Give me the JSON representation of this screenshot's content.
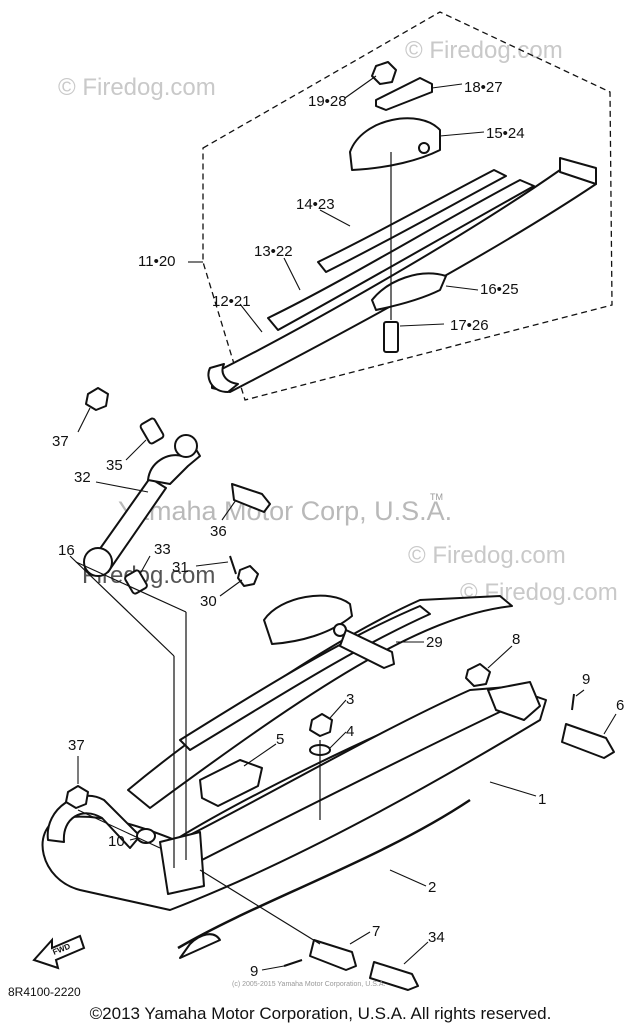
{
  "diagram": {
    "watermarks": {
      "brand_1": "© Firedog.com",
      "brand_2": "© Firedog.com",
      "brand_3": "© Firedog.com",
      "brand_4": "© Firedog.com",
      "brand_5": "Firedog.com",
      "motor_corp": "Yamaha Motor Corp, U.S.A.",
      "tm": "TM",
      "small_copy": "(c) 2005-2015 Yamaha Motor Corporation, U.S.A."
    },
    "diagram_code": "8R4100-2220",
    "front_arrow": "FWD",
    "labels": {
      "l_19_28": "19•28",
      "l_18_27": "18•27",
      "l_15_24": "15•24",
      "l_14_23": "14•23",
      "l_13_22": "13•22",
      "l_11_20": "11•20",
      "l_12_21": "12•21",
      "l_16_25": "16•25",
      "l_17_26": "17•26",
      "l_37a": "37",
      "l_35": "35",
      "l_32": "32",
      "l_36": "36",
      "l_16": "16",
      "l_33": "33",
      "l_31": "31",
      "l_30": "30",
      "l_29": "29",
      "l_8": "8",
      "l_9a": "9",
      "l_6": "6",
      "l_3": "3",
      "l_4": "4",
      "l_5": "5",
      "l_37b": "37",
      "l_1": "1",
      "l_10": "10",
      "l_2": "2",
      "l_7": "7",
      "l_34": "34",
      "l_9b": "9"
    },
    "copyright": "©2013 Yamaha Motor Corporation, U.S.A. All rights reserved."
  }
}
